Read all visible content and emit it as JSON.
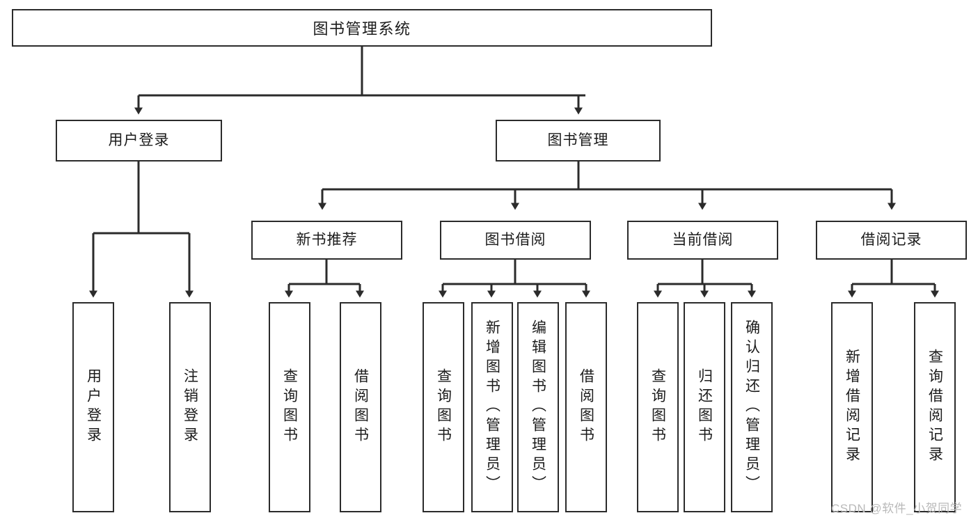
{
  "diagram": {
    "title": "图书管理系统",
    "type": "hierarchy-tree",
    "watermark": "CSDN @软件_小贺同学",
    "colors": {
      "stroke": "#2b2b2b",
      "fill": "#ffffff",
      "text": "#1b1b1b",
      "watermark": "#b9b9b9"
    },
    "levels": {
      "root": {
        "label": "图书管理系统"
      },
      "level2": [
        {
          "id": "user-login",
          "label": "用户登录"
        },
        {
          "id": "book-manage",
          "label": "图书管理"
        }
      ],
      "level3": [
        {
          "id": "new-book-recommend",
          "label": "新书推荐",
          "parent": "book-manage"
        },
        {
          "id": "book-borrow",
          "label": "图书借阅",
          "parent": "book-manage"
        },
        {
          "id": "current-borrow",
          "label": "当前借阅",
          "parent": "book-manage"
        },
        {
          "id": "borrow-record",
          "label": "借阅记录",
          "parent": "book-manage"
        }
      ],
      "leaves": [
        {
          "id": "leaf-user-login",
          "label": "用户登录",
          "parent": "user-login"
        },
        {
          "id": "leaf-logout-login",
          "label": "注销登录",
          "parent": "user-login"
        },
        {
          "id": "leaf-query-book-1",
          "label": "查询图书",
          "parent": "new-book-recommend"
        },
        {
          "id": "leaf-borrow-book-1",
          "label": "借阅图书",
          "parent": "new-book-recommend"
        },
        {
          "id": "leaf-query-book-2",
          "label": "查询图书",
          "parent": "book-borrow"
        },
        {
          "id": "leaf-add-book",
          "label": "新增图书（管理员）",
          "parent": "book-borrow"
        },
        {
          "id": "leaf-edit-book",
          "label": "编辑图书（管理员）",
          "parent": "book-borrow"
        },
        {
          "id": "leaf-borrow-book-2",
          "label": "借阅图书",
          "parent": "book-borrow"
        },
        {
          "id": "leaf-query-book-3",
          "label": "查询图书",
          "parent": "current-borrow"
        },
        {
          "id": "leaf-return-book",
          "label": "归还图书",
          "parent": "current-borrow"
        },
        {
          "id": "leaf-confirm-return",
          "label": "确认归还（管理员）",
          "parent": "current-borrow"
        },
        {
          "id": "leaf-add-record",
          "label": "新增借阅记录",
          "parent": "borrow-record"
        },
        {
          "id": "leaf-query-record",
          "label": "查询借阅记录",
          "parent": "borrow-record"
        }
      ]
    }
  }
}
